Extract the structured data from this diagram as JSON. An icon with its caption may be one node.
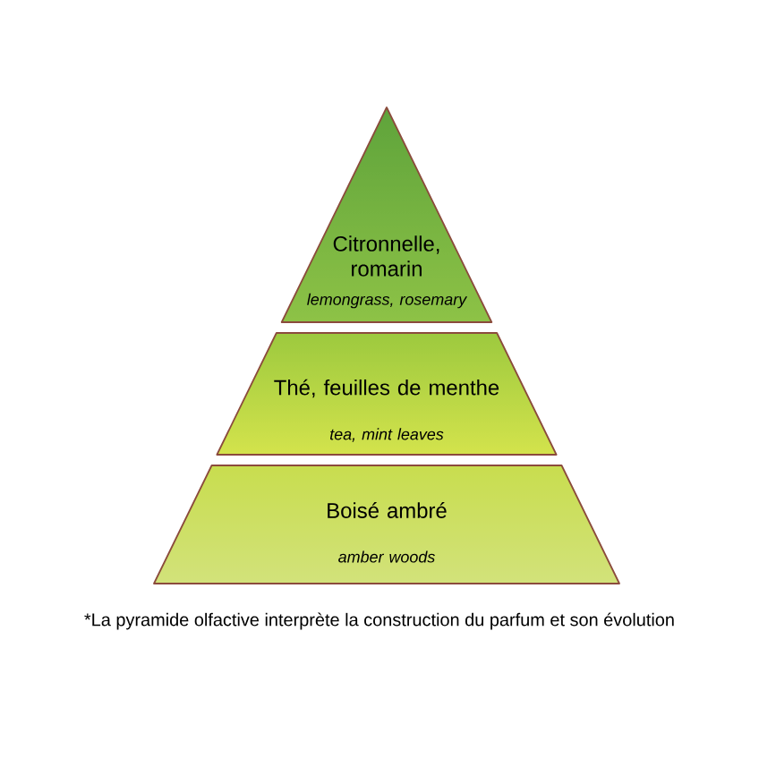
{
  "diagram": {
    "caption": "*La pyramide olfactive interprète la construction du parfum et son évolution",
    "nodes": [
      {
        "text": [
          "Citronnelle, romarin",
          "lemongrass, rosemary"
        ]
      },
      {
        "text": [
          "Thé, feuilles de menthe",
          "tea, mint leaves"
        ]
      },
      {
        "text": [
          "Boisé ambré",
          "amber woods"
        ]
      }
    ]
  }
}
